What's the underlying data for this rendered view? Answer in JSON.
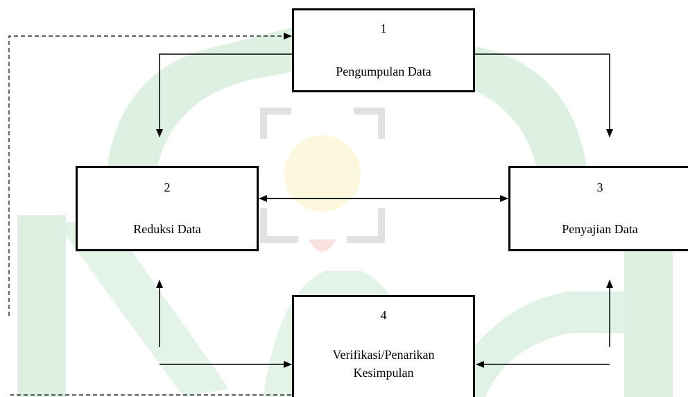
{
  "boxes": {
    "collection": {
      "number": "1",
      "label": "Pengumpulan Data"
    },
    "reduction": {
      "number": "2",
      "label": "Reduksi Data"
    },
    "display": {
      "number": "3",
      "label": "Penyajian Data"
    },
    "conclusion": {
      "number": "4",
      "label": "Verifikasi/Penarikan Kesimpulan"
    }
  },
  "colors": {
    "ink": "#000000",
    "watermark_green": "#3fa55a",
    "watermark_gray": "#9a9a9a",
    "watermark_yellow": "#e8d46a",
    "watermark_red": "#d9534f"
  }
}
